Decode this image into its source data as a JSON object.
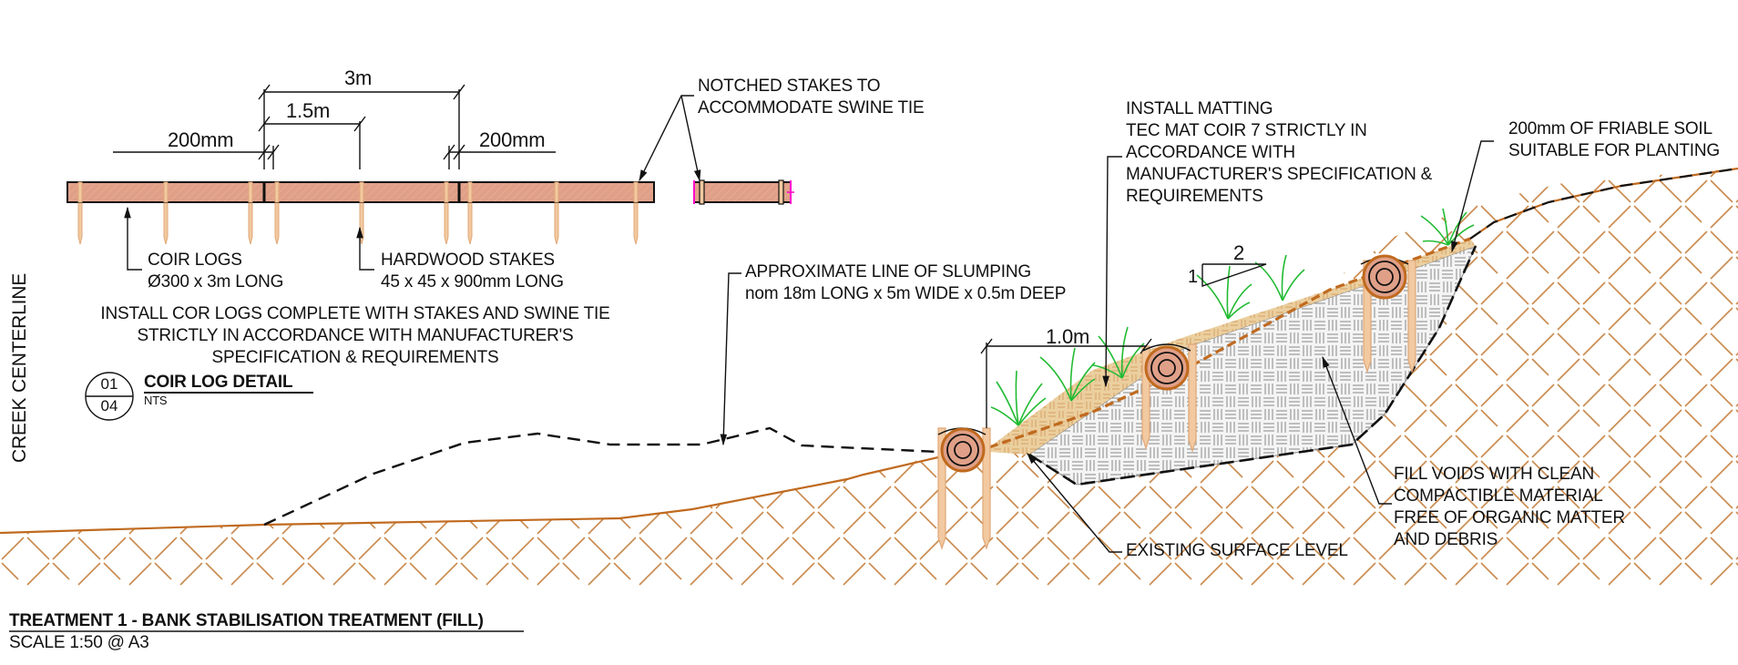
{
  "drawing": {
    "title": "TREATMENT 1 - BANK STABILISATION TREATMENT (FILL)",
    "scale": "SCALE 1:50 @ A3",
    "side_label": "CREEK CENTERLINE"
  },
  "coir_log_detail": {
    "dimensions": {
      "overall": "3m",
      "stake_spacing": "1.5m",
      "left_offset": "200mm",
      "right_offset": "200mm"
    },
    "callouts": {
      "notched_stakes": [
        "NOTCHED STAKES TO",
        "ACCOMMODATE SWINE TIE"
      ],
      "coir_logs": [
        "COIR LOGS",
        "Ø300 x 3m LONG"
      ],
      "hardwood_stakes": [
        "HARDWOOD STAKES",
        "45 x 45 x 900mm LONG"
      ]
    },
    "note": [
      "INSTALL COR LOGS COMPLETE WITH STAKES AND SWINE TIE",
      "STRICTLY IN ACCORDANCE WITH MANUFACTURER'S",
      "SPECIFICATION & REQUIREMENTS"
    ],
    "reference": {
      "detail_number": "01",
      "sheet_number": "04",
      "title": "COIR LOG DETAIL",
      "scale": "NTS"
    }
  },
  "section": {
    "callouts": {
      "slumping": [
        "APPROXIMATE LINE OF SLUMPING",
        "nom 18m LONG x 5m WIDE x 0.5m DEEP"
      ],
      "matting": [
        "INSTALL MATTING",
        "TEC MAT COIR 7 STRICTLY IN",
        "ACCORDANCE WITH",
        "MANUFACTURER'S SPECIFICATION &",
        "REQUIREMENTS"
      ],
      "friable_soil": [
        "200mm OF FRIABLE SOIL",
        "SUITABLE FOR PLANTING"
      ],
      "fill_voids": [
        "FILL VOIDS WITH CLEAN",
        "COMPACTIBLE MATERIAL",
        "FREE OF ORGANIC MATTER",
        "AND DEBRIS"
      ],
      "existing_surface": "EXISTING SURFACE LEVEL"
    },
    "spacing_dimension": "1.0m",
    "slope_ratio": {
      "rise": "1",
      "run": "2"
    }
  },
  "colors": {
    "ground_line": "#c06a1f",
    "ground_hatch": "#c98a4e",
    "coir_log_fill": "#e0a088",
    "stake_fill": "#f2c9a0",
    "stake_stroke": "#e0a878",
    "soil_fill": "#e8c89a",
    "fill_hatch": "#9a9a9a",
    "grass": "#22bb33",
    "tie_marker": "#ff00cc",
    "linework": "#111111"
  }
}
